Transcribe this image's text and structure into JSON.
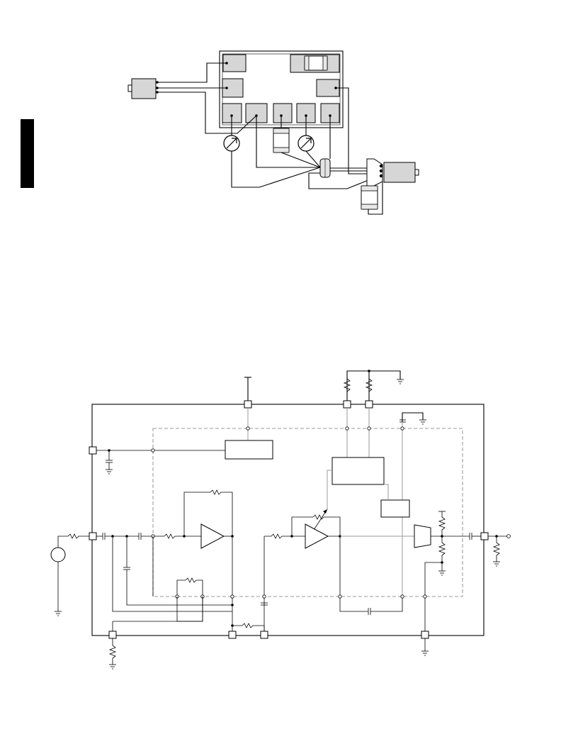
{
  "colors": {
    "background": "#ffffff",
    "ink": "#000000",
    "pad_fill": "#d6d6d6",
    "dashed_outline": "#9a9a9a",
    "side_tab": "#000000"
  },
  "figure_top": {
    "components": [
      "package-board",
      "bond-pads",
      "microphone-cartridge",
      "earphone-receiver",
      "trimmer-potentiometers",
      "chip-capacitors",
      "battery-contacts"
    ]
  },
  "figure_bottom": {
    "components": [
      "input-source",
      "preamplifier",
      "volume-amplifier",
      "control-block",
      "regulator-block",
      "output-driver",
      "external-pads"
    ]
  }
}
